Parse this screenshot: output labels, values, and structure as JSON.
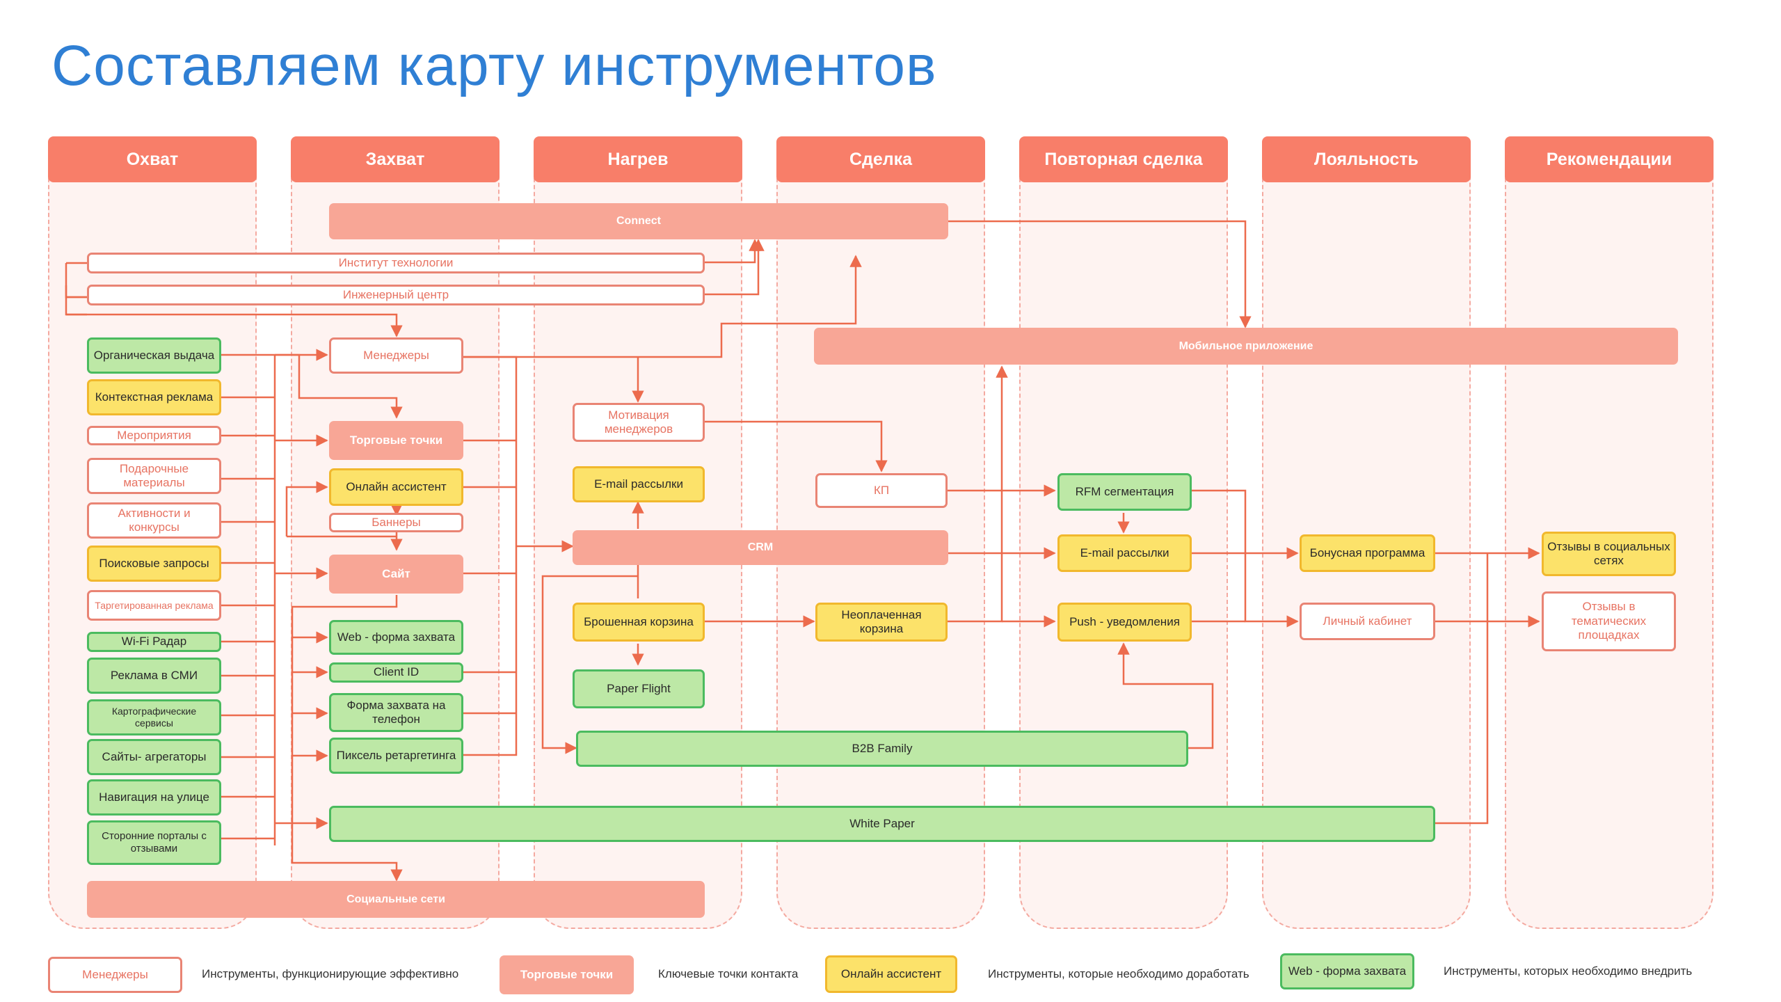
{
  "title": "Составляем карту инструментов",
  "lanes": [
    "Охват",
    "Захват",
    "Нагрев",
    "Сделка",
    "Повторная сделка",
    "Лояльность",
    "Рекомендации"
  ],
  "nodes": {
    "connect": "Connect",
    "institute": "Институт технологии",
    "engineering": "Инженерный центр",
    "organic": "Органическая выдача",
    "contextual": "Контекстная реклама",
    "events": "Мероприятия",
    "gifts": "Подарочные материалы",
    "contests": "Активности и конкурсы",
    "search_queries": "Поисковые запросы",
    "targeted": "Таргетированная реклама",
    "wifi": "Wi-Fi Радар",
    "media_ads": "Реклама в СМИ",
    "map_services": "Картографические сервисы",
    "aggregators": "Сайты- агрегаторы",
    "street_nav": "Навигация на улице",
    "review_portals": "Сторонние порталы с отзывами",
    "managers": "Менеджеры",
    "retail_points": "Торговые точки",
    "online_assistant": "Онлайн ассистент",
    "banners": "Баннеры",
    "site": "Сайт",
    "web_form": "Web - форма захвата",
    "client_id": "Client ID",
    "phone_form": "Форма захвата на телефон",
    "retarget_pixel": "Пиксель ретаргетинга",
    "manager_motivation": "Мотивация менеджеров",
    "email1": "E-mail рассылки",
    "crm": "CRM",
    "abandoned_cart": "Брошенная корзина",
    "paper_flight": "Paper Flight",
    "b2b": "B2B Family",
    "white_paper": "White Paper",
    "social": "Социальные сети",
    "mobile_app": "Мобильное приложение",
    "kp": "КП",
    "unpaid_cart": "Неоплаченная корзина",
    "rfm": "RFM сегментация",
    "email2": "E-mail рассылки",
    "push": "Push - уведомления",
    "bonus": "Бонусная программа",
    "cabinet": "Личный кабинет",
    "social_reviews": "Отзывы в социальных сетях",
    "thematic_reviews": "Отзывы в тематических площадках"
  },
  "legend": {
    "k1": "Менеджеры",
    "t1": "Инструменты, функционирующие эффективно",
    "k2": "Торговые точки",
    "t2": "Ключевые точки контакта",
    "k3": "Онлайн ассистент",
    "t3": "Инструменты, которые необходимо доработать",
    "k4": "Web - форма захвата",
    "t4": "Инструменты, которых необходимо внедрить"
  },
  "colors": {
    "title": "#2f7fd4",
    "lane_header": "#f87e69",
    "arrow": "#ec6b4d",
    "green_fill": "#bde8a6",
    "yellow_fill": "#fce26a",
    "salmon_fill": "#f8a696"
  }
}
